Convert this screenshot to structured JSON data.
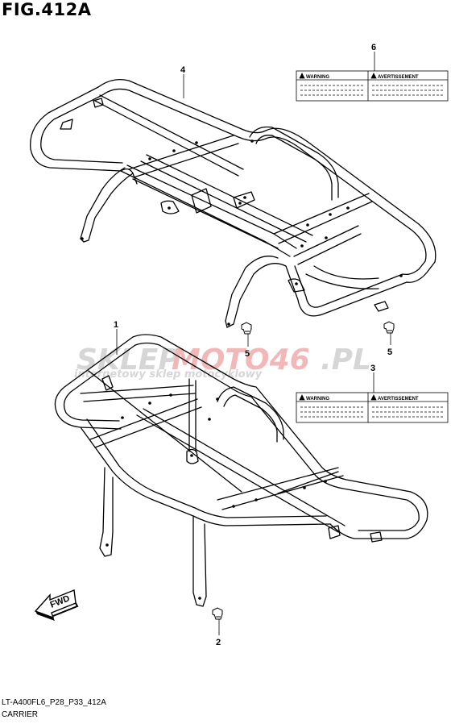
{
  "figure": {
    "title": "FIG.412A",
    "code": "LT-A400FL6_P28_P33_412A",
    "name": "CARRIER"
  },
  "watermark": {
    "brand_part1": "SKLEP",
    "brand_part2": "MOTO46",
    "brand_part3": ".PL",
    "tagline": "internetowy sklep motocyklowy",
    "color_gray": "#d6d6d6",
    "color_red": "#f2b8b8"
  },
  "callouts": {
    "rear_carrier": "4",
    "front_carrier": "1",
    "rear_label": "6",
    "front_label": "3",
    "rear_bolt_left": "5",
    "rear_bolt_right": "5",
    "front_bolt": "2"
  },
  "warning_label": {
    "left_text": "WARNING",
    "right_text": "AVERTISSEMENT"
  },
  "fwd_arrow": {
    "text": "FWD"
  },
  "colors": {
    "line": "#000000",
    "background": "#ffffff"
  }
}
